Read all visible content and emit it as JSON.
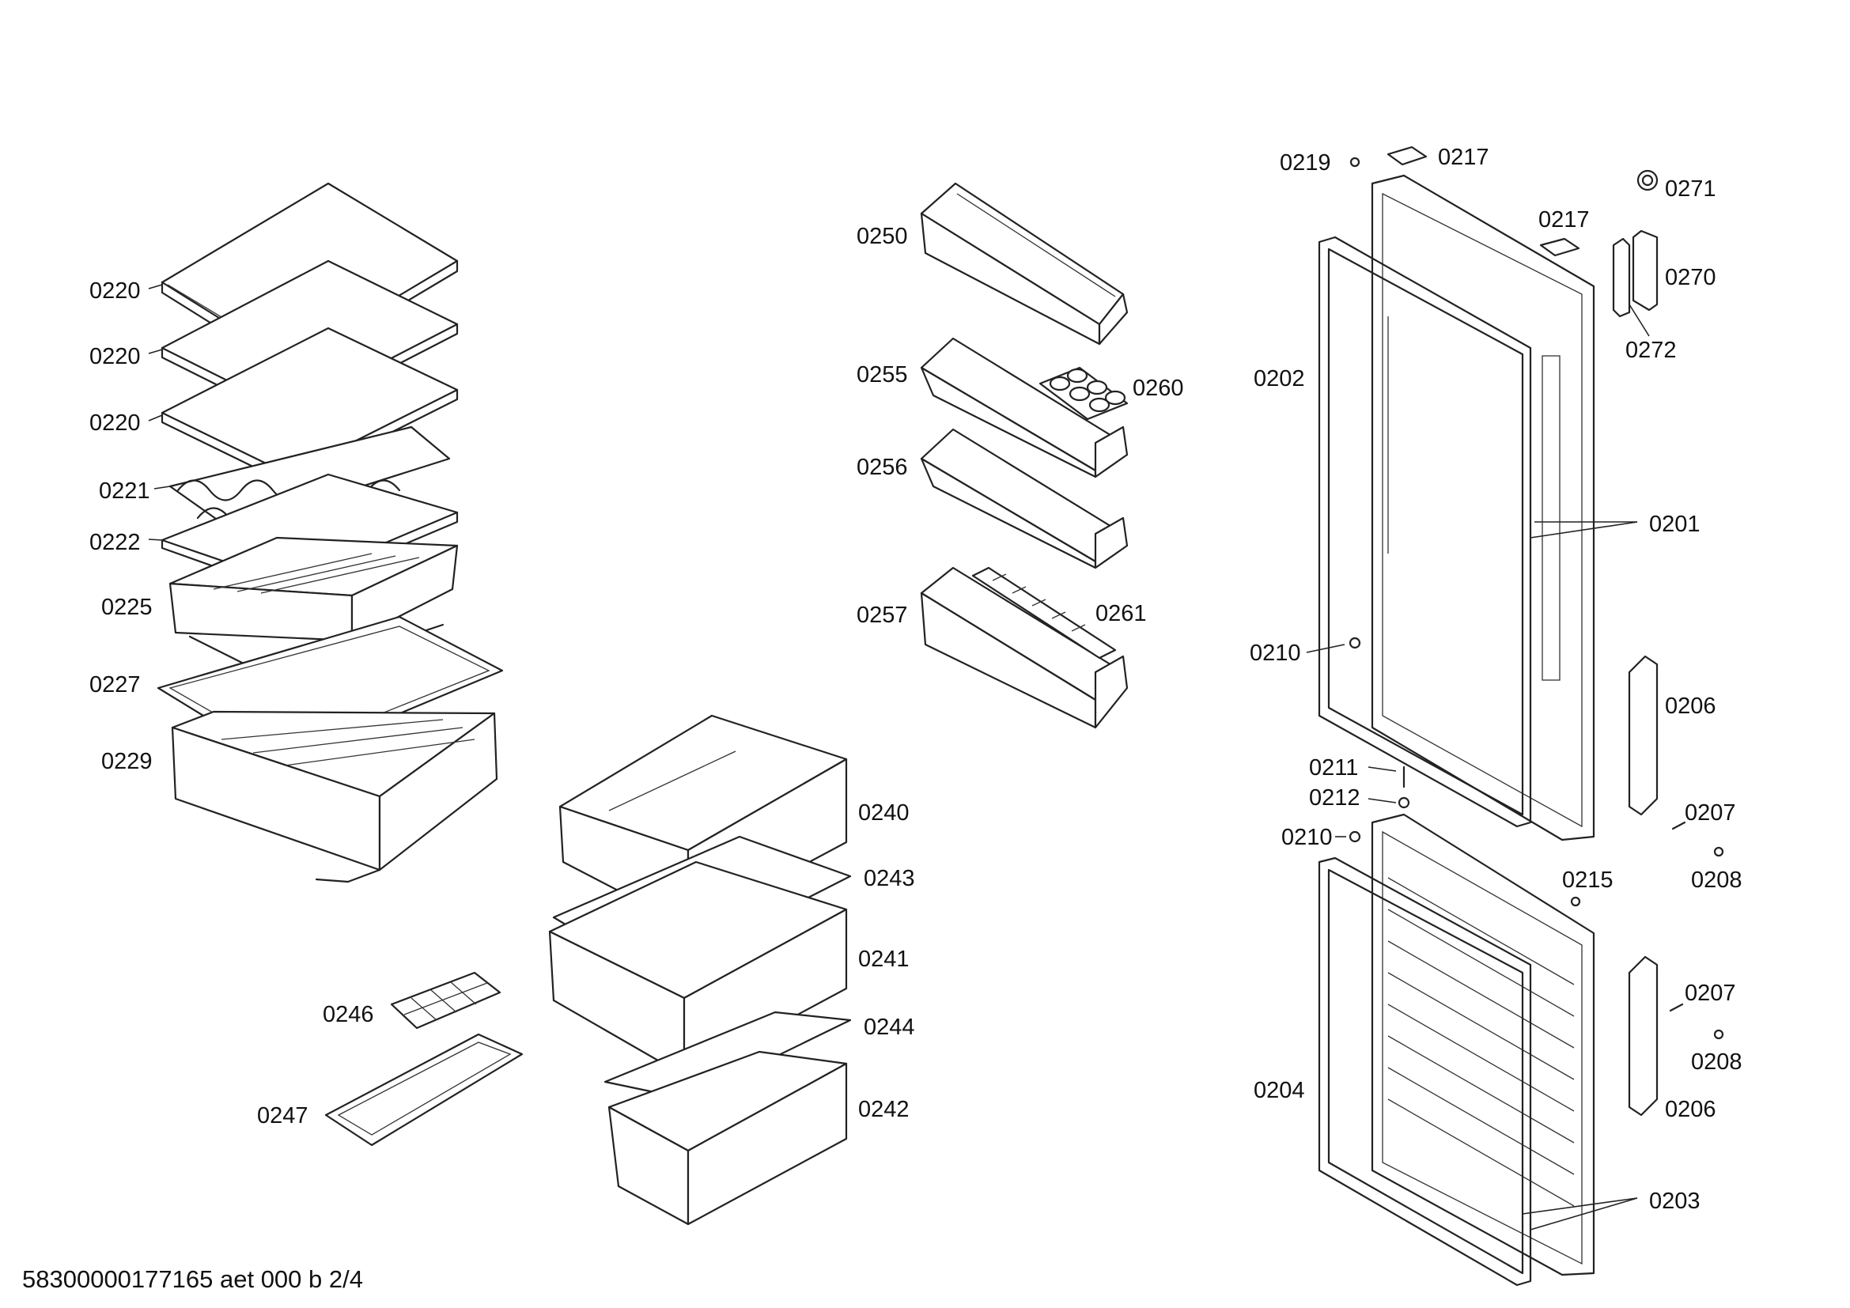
{
  "diagram": {
    "footer_text": "58300000177165 aet 000 b 2/4",
    "part_labels": {
      "l0219": "0219",
      "l0217a": "0217",
      "l0217b": "0217",
      "l0271": "0271",
      "l0270": "0270",
      "l0272": "0272",
      "l0202": "0202",
      "l0201": "0201",
      "l0210a": "0210",
      "l0206a": "0206",
      "l0211": "0211",
      "l0212": "0212",
      "l0207a": "0207",
      "l0210b": "0210",
      "l0208a": "0208",
      "l0215": "0215",
      "l0207b": "0207",
      "l0208b": "0208",
      "l0204": "0204",
      "l0206b": "0206",
      "l0203": "0203",
      "l0220a": "0220",
      "l0220b": "0220",
      "l0220c": "0220",
      "l0221": "0221",
      "l0222": "0222",
      "l0225": "0225",
      "l0227": "0227",
      "l0229": "0229",
      "l0250": "0250",
      "l0255": "0255",
      "l0260": "0260",
      "l0256": "0256",
      "l0257": "0257",
      "l0261": "0261",
      "l0240": "0240",
      "l0243": "0243",
      "l0241": "0241",
      "l0244": "0244",
      "l0242": "0242",
      "l0246": "0246",
      "l0247": "0247"
    }
  }
}
